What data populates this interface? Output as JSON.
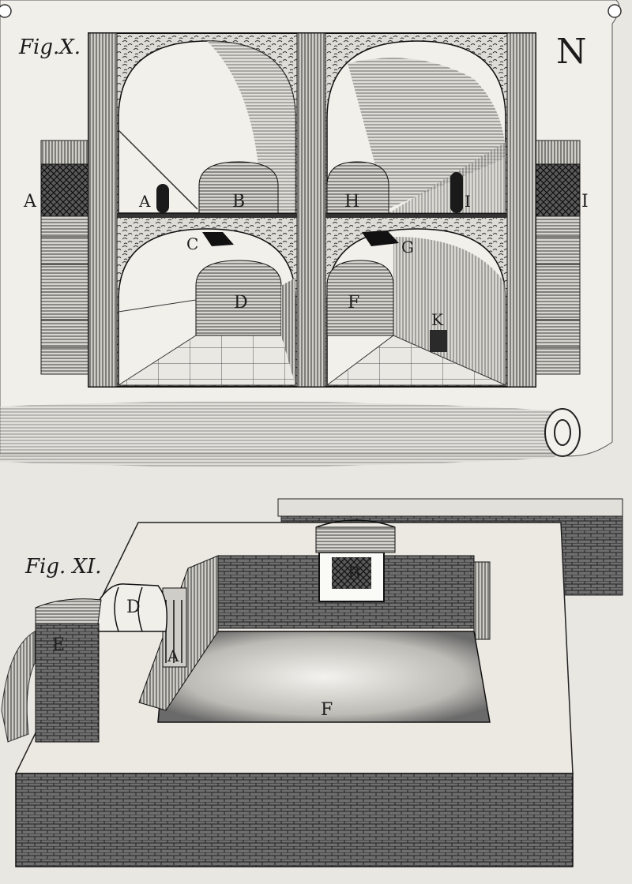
{
  "plate_letter": "N",
  "figures": [
    {
      "title": "Fig.X.",
      "labels": {
        "left_outer": "A",
        "left_door": "A",
        "upper_left_arch": "B",
        "lower_left_hatch": "C",
        "lower_left_arch": "D",
        "upper_right_arch": "H",
        "right_door": "I",
        "right_outer": "I",
        "lower_right_hatch": "G",
        "lower_right_arch": "F",
        "lower_right_door": "K"
      }
    },
    {
      "title": "Fig. XI.",
      "labels": {
        "wall_opening": "B",
        "channel_tiles": "D",
        "left_wall": "E",
        "basin_floor": "F",
        "side_gate": "A"
      }
    }
  ]
}
